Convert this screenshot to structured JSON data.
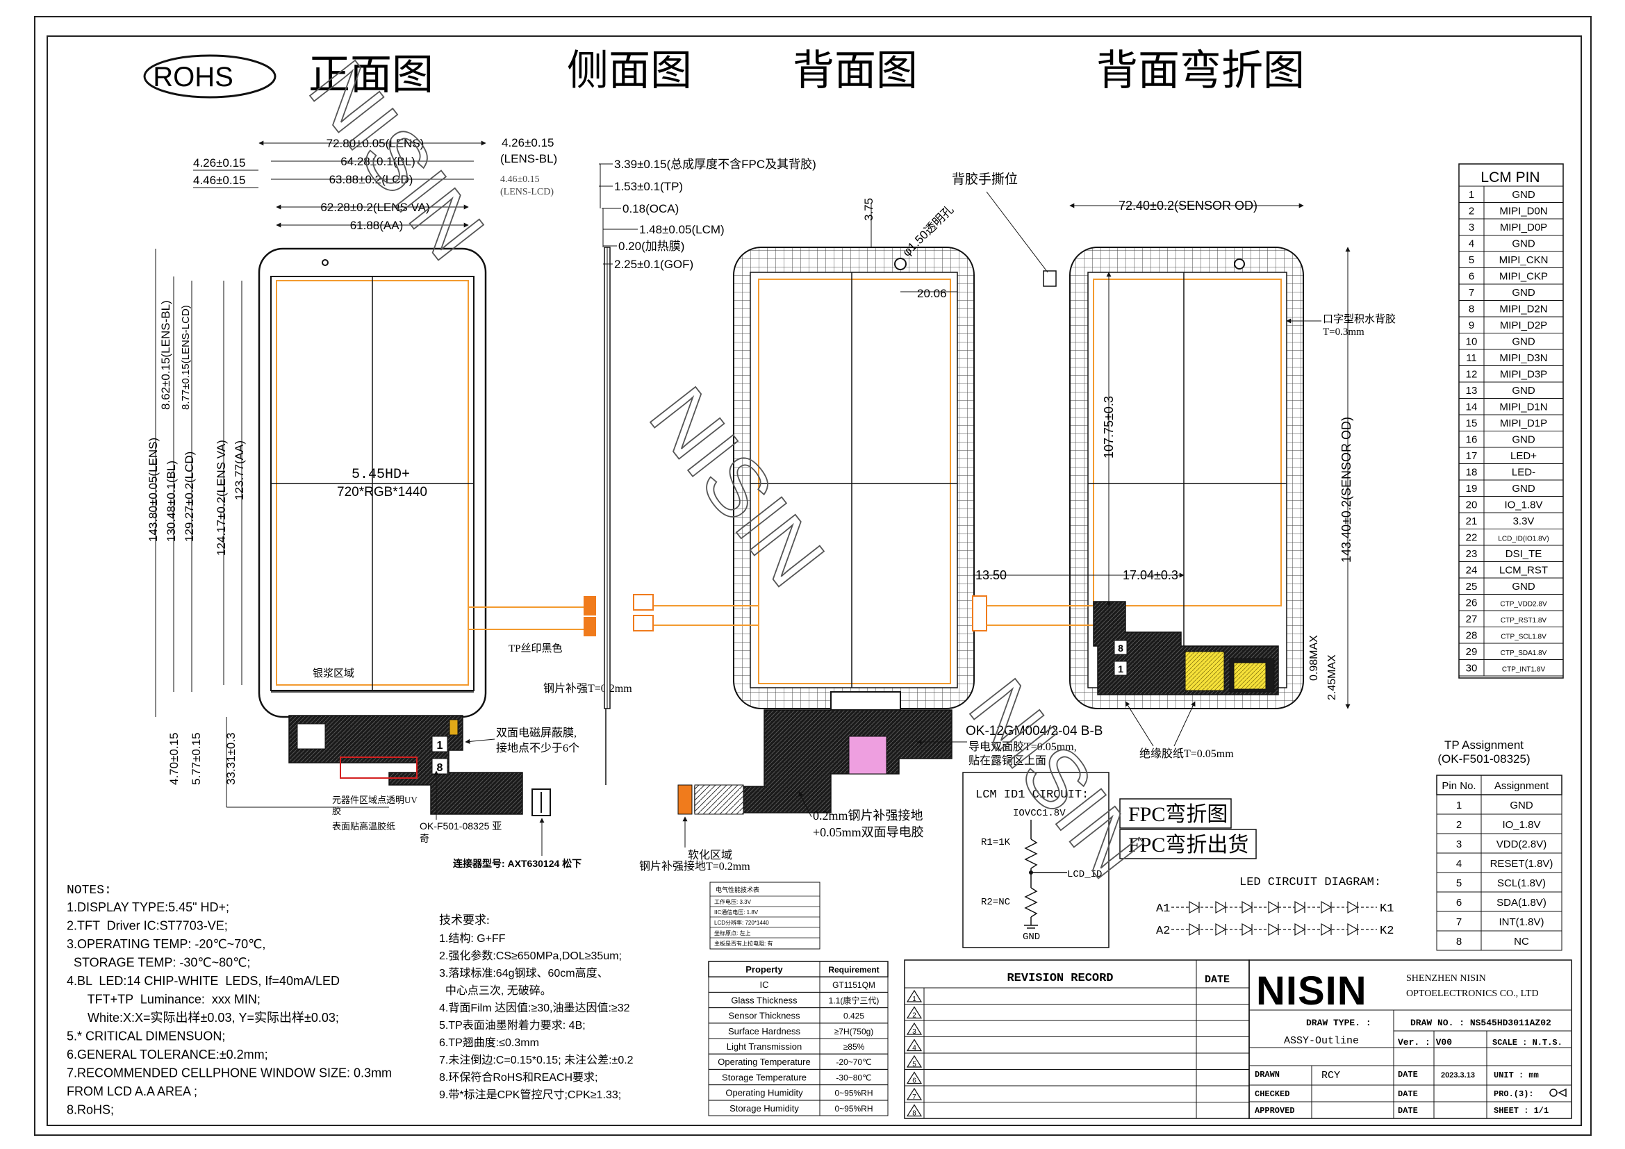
{
  "header": {
    "rohs": "ROHS",
    "view_titles": [
      "正面图",
      "侧面图",
      "背面图",
      "背面弯折图"
    ]
  },
  "watermark": "NISIN",
  "front_view": {
    "dims_top": [
      "72.80±0.05(LENS)",
      "4.26±0.15",
      "(LENS-BL)",
      "4.26±0.15",
      "64.28±0.1(BL)",
      "4.46±0.15",
      "63.88±0.2(LCD)",
      "4.46±0.15",
      "(LENS-LCD)",
      "62.28±0.2(LENS VA)",
      "61.88(AA)"
    ],
    "dims_left": [
      "143.80±0.05(LENS)",
      "130.48±0.1(BL)",
      "129.27±0.2(LCD)",
      "124.17±0.2(LENS VA)",
      "123.77(AA)",
      "8.62±0.15(LENS-BL)",
      "8.77±0.15(LENS-LCD)",
      "4.70±0.15",
      "5.77±0.15",
      "33.31±0.3"
    ],
    "center_text": [
      "5.45HD+",
      "720*RGB*1440"
    ],
    "labels": {
      "silver": "银浆区域",
      "tp_silk": "TP丝印黑色",
      "shield": [
        "双面电磁屏蔽膜,",
        "接地点不少于6个"
      ],
      "steel": "钢片补强T=0.2mm",
      "components": [
        "元器件区域点透明UV",
        "胶",
        "表面贴高温胶纸"
      ],
      "fpc_model": [
        "OK-F501-08325 亚",
        "奇"
      ],
      "connector": "连接器型号: AXT630124 松下"
    }
  },
  "side_view": {
    "dims": [
      "3.39±0.15(总成厚度不含FPC及其背胶)",
      "1.53±0.1(TP)",
      "0.18(OCA)",
      "1.48±0.05(LCM)",
      "0.20(加热膜)",
      "2.25±0.1(GOF)"
    ]
  },
  "back_view": {
    "dims": [
      "3.75",
      "φ1.50透明孔",
      "20.06"
    ],
    "labels": {
      "soft": "软化区域",
      "steel_ground": "钢片补强接地T=0.2mm",
      "steel_note": [
        "0.2mm钢片补强接地",
        "+0.05mm双面导电胶"
      ],
      "model": "OK-12GM004/2-04  B-B",
      "conductive": [
        "导电双面胶T=0.05mm,",
        "贴在露铜区上面"
      ]
    }
  },
  "bent_view": {
    "dims": [
      "72.40±0.2(SENSOR OD)",
      "107.75±0.3",
      "143.40±0.2(SENSOR OD)",
      "13.50",
      "17.04±0.3",
      "0.98MAX",
      "2.45MAX"
    ],
    "labels": {
      "tear": "背胶手撕位",
      "foam": [
        "口字型积水背胶",
        "T=0.3mm"
      ],
      "insulation": "绝缘胶纸T=0.05mm"
    }
  },
  "lcm_pin": {
    "title": "LCM PIN",
    "pins": [
      "GND",
      "MIPI_D0N",
      "MIPI_D0P",
      "GND",
      "MIPI_CKN",
      "MIPI_CKP",
      "GND",
      "MIPI_D2N",
      "MIPI_D2P",
      "GND",
      "MIPI_D3N",
      "MIPI_D3P",
      "GND",
      "MIPI_D1N",
      "MIPI_D1P",
      "GND",
      "LED+",
      "LED-",
      "GND",
      "IO_1.8V",
      "3.3V",
      "LCD_ID(IO1.8V)",
      "DSI_TE",
      "LCM_RST",
      "GND",
      "CTP_VDD2.8V",
      "CTP_RST1.8V",
      "CTP_SCL1.8V",
      "CTP_SDA1.8V",
      "CTP_INT1.8V"
    ]
  },
  "tp_assignment": {
    "title": [
      "TP Assignment",
      "(OK-F501-08325)"
    ],
    "headers": [
      "Pin No.",
      "Assignment"
    ],
    "rows": [
      [
        "1",
        "GND"
      ],
      [
        "2",
        "IO_1.8V"
      ],
      [
        "3",
        "VDD(2.8V)"
      ],
      [
        "4",
        "RESET(1.8V)"
      ],
      [
        "5",
        "SCL(1.8V)"
      ],
      [
        "6",
        "SDA(1.8V)"
      ],
      [
        "7",
        "INT(1.8V)"
      ],
      [
        "8",
        "NC"
      ]
    ]
  },
  "lcm_circuit": {
    "title": "LCM ID1 CIRCUIT:",
    "io": "IOVCC1.8V",
    "r1": "R1=1K",
    "r2": "R2=NC",
    "lcd_id": "LCD_ID",
    "gnd": "GND"
  },
  "fpc_notes": [
    "FPC弯折图",
    "FPC弯折出货"
  ],
  "led_circuit": {
    "title": "LED CIRCUIT DIAGRAM:",
    "a1": "A1",
    "a2": "A2",
    "k1": "K1",
    "k2": "K2"
  },
  "elec_table": {
    "title": "电气性能技术表",
    "rows": [
      "工作电压: 3.3V",
      "IIC通信电压: 1.8V",
      "LCD分辨率: 720*1440",
      "坐标原点: 左上",
      "主板是否有上拉电阻: 有"
    ]
  },
  "notes": {
    "title": "NOTES:",
    "lines": [
      "1.DISPLAY TYPE:5.45\" HD+;",
      "2.TFT  Driver IC:ST7703-VE;",
      "3.OPERATING TEMP: -20℃~70℃,",
      "  STORAGE TEMP: -30℃~80℃;",
      "4.BL  LED:14 CHIP-WHITE  LEDS, If=40mA/LED",
      "      TFT+TP  Luminance:  xxx MIN;",
      "      White:X:X=实际出样±0.03, Y=实际出样±0.03;",
      "5.* CRITICAL DIMENSUON;",
      "6.GENERAL TOLERANCE:±0.2mm;",
      "7.RECOMMENDED CELLPHONE WINDOW SIZE: 0.3mm",
      "FROM LCD A.A AREA ;",
      "8.RoHS;"
    ]
  },
  "tech_req": {
    "title": "技术要求:",
    "lines": [
      "1.结构: G+FF",
      "2.强化参数:CS≥650MPa,DOL≥35um;",
      "3.落球标准:64g钢球、60cm高度、",
      "  中心点三次, 无破碎。",
      "4.背面Film 达因值:≥30,油墨达因值:≥32",
      "5.TP表面油墨附着力要求: 4B;",
      "6.TP翘曲度:≤0.3mm",
      "7.未注倒边:C=0.15*0.15; 未注公差:±0.2",
      "8.环保符合RoHS和REACH要求;",
      "9.带*标注是CPK管控尺寸;CPK≥1.33;"
    ]
  },
  "property_table": {
    "headers": [
      "Property",
      "Requirement"
    ],
    "rows": [
      [
        "IC",
        "GT1151QM"
      ],
      [
        "Glass Thickness",
        "1.1(康宁三代)"
      ],
      [
        "Sensor Thickness",
        "0.425"
      ],
      [
        "Surface Hardness",
        "≥7H(750g)"
      ],
      [
        "Light Transmission",
        "≥85%"
      ],
      [
        "Operating Temperature",
        "-20~70℃"
      ],
      [
        "Storage Temperature",
        "-30~80℃"
      ],
      [
        "Operating Humidity",
        "0~95%RH"
      ],
      [
        "Storage Humidity",
        "0~95%RH"
      ]
    ]
  },
  "revision": {
    "header": "REVISION  RECORD",
    "date": "DATE",
    "marks": [
      "1",
      "2",
      "3",
      "4",
      "5",
      "6",
      "7",
      "8"
    ]
  },
  "title_block": {
    "logo": "NISIN",
    "company": [
      "SHENZHEN NISIN",
      "OPTOELECTRONICS CO., LTD"
    ],
    "draw_type_label": "DRAW TYPE. :",
    "draw_type": "ASSY-Outline",
    "draw_no": "DRAW NO. : NS545HD3011AZ02",
    "ver": "Ver. :  V00",
    "scale": "SCALE : N.T.S.",
    "drawn_label": "DRAWN",
    "drawn": "RCY",
    "date_label": "DATE",
    "date": "2023.3.13",
    "unit": "UNIT : mm",
    "checked": "CHECKED",
    "pro": "PRO.(3):",
    "approved": "APPROVED",
    "sheet": "SHEET :  1/1"
  }
}
